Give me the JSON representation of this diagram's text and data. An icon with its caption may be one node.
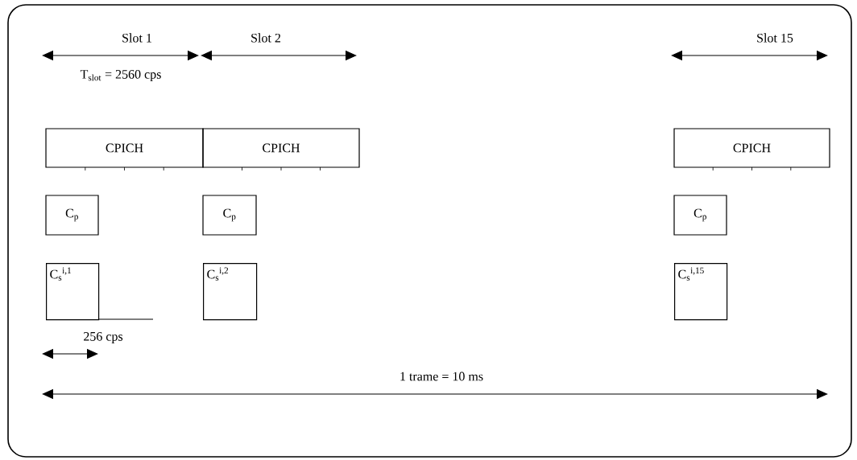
{
  "diagram": {
    "nodes": [
      {
        "text": [
          "CPICH"
        ]
      },
      {
        "text": [
          "CPICH"
        ]
      },
      {
        "text": [
          "CPICH"
        ]
      },
      {
        "text": [
          "C$_{p}$"
        ]
      },
      {
        "text": [
          "C$_{p}$"
        ]
      },
      {
        "text": [
          "C$_{p}$"
        ]
      },
      {
        "text": [
          "C$_{s}$$^{i,1}$"
        ]
      },
      {
        "text": [
          "C$_{s}$$^{i,2}$"
        ]
      },
      {
        "text": [
          "C$_{s}$$^{i,15}$"
        ]
      }
    ],
    "labels": [
      "Slot 1",
      "Slot 2",
      "Slot 15",
      "T$_{slot}$ = 2560 cps",
      "256 cps",
      "1 trame = 10 ms"
    ]
  }
}
